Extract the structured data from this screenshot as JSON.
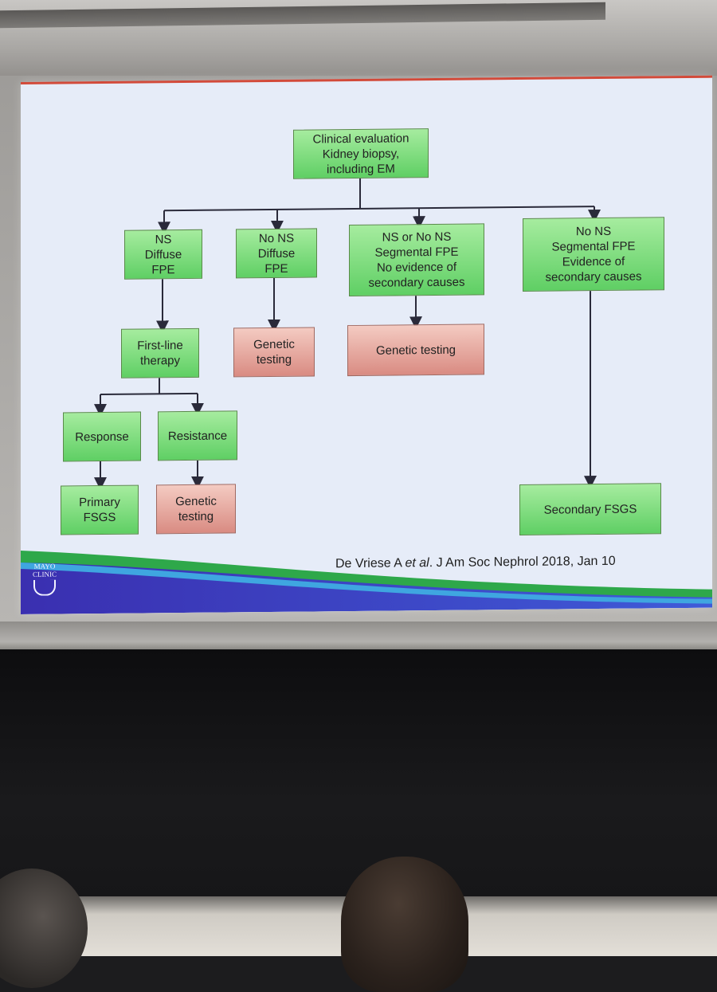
{
  "diagram": {
    "nodes": {
      "root": "Clinical evaluation\nKidney biopsy,\nincluding EM",
      "ns_diffuse": "NS\nDiffuse\nFPE",
      "no_ns_diffuse": "No NS\nDiffuse\nFPE",
      "segmental_no_secondary": "NS or No NS\nSegmental FPE\nNo evidence of\nsecondary causes",
      "segmental_secondary": "No NS\nSegmental FPE\nEvidence of\nsecondary causes",
      "first_line": "First-line\ntherapy",
      "genetic_1": "Genetic\ntesting",
      "genetic_2": "Genetic testing",
      "response": "Response",
      "resistance": "Resistance",
      "primary_fsgs": "Primary\nFSGS",
      "genetic_3": "Genetic\ntesting",
      "secondary_fsgs": "Secondary FSGS"
    },
    "citation": {
      "author": "De Vriese A ",
      "etal": "et al",
      "rest": ". J Am Soc Nephrol 2018, Jan 10"
    },
    "logo_text": "MAYO\nCLINIC"
  },
  "colors": {
    "green_box": "#5fcf64",
    "red_box": "#d98b82",
    "slide_bg": "#e6ecf8",
    "arrow": "#2a2a3a"
  }
}
